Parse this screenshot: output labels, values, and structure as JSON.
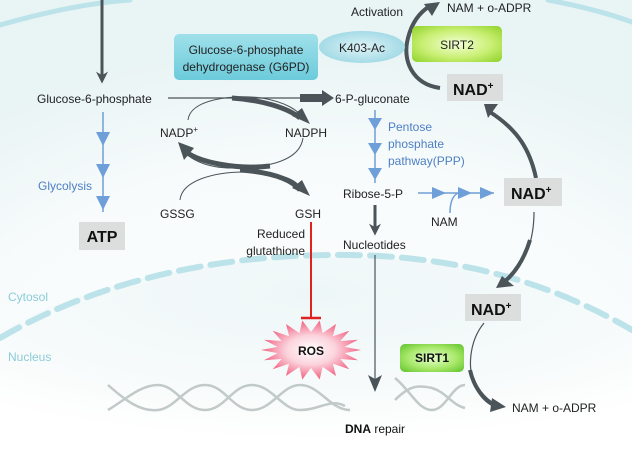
{
  "colors": {
    "dark_arrow": "#4a5459",
    "blue_arrow": "#6f9fd8",
    "blue_text": "#4d7fc4",
    "inhibit_red": "#e0231e",
    "g6pd_box": "#7fd3e0",
    "k403_ellipse": "#a9dde8",
    "sirt_green": "#8ed234",
    "sirt1_green": "#6fcf3a",
    "gray_box": "#dcdddd",
    "membrane": "#bde3ea",
    "compartment_label": "#8ccbd8",
    "dna": "#c2c9c9",
    "ros_fill": "#f56c88"
  },
  "compartments": {
    "cytosol": "Cytosol",
    "nucleus": "Nucleus"
  },
  "nodes": {
    "g6pd_line1": "Glucose-6-phosphate",
    "g6pd_line2": "dehydrogenase (G6PD)",
    "k403": "K403-Ac",
    "activation": "Activation",
    "nam_adpr_top": "NAM + o-ADPR",
    "sirt2": "SIRT2",
    "nad_top": "NAD",
    "glucose6p": "Glucose-6-phosphate",
    "six_p_gluconate": "6-P-gluconate",
    "nadp_plus": "NADP",
    "nadph": "NADPH",
    "ppp_line1": "Pentose",
    "ppp_line2": "phosphate",
    "ppp_line3": "pathway(PPP)",
    "glycolysis": "Glycolysis",
    "ribose5p": "Ribose-5-P",
    "nad_mid": "NAD",
    "nam": "NAM",
    "gssg": "GSSG",
    "gsh": "GSH",
    "atp": "ATP",
    "reduced_line1": "Reduced",
    "reduced_line2": "glutathione",
    "nucleotides": "Nucleotides",
    "nad_nucleus": "NAD",
    "ros": "ROS",
    "sirt1": "SIRT1",
    "nam_adpr_bottom": "NAM + o-ADPR",
    "dna_bold": "DNA",
    "dna_rest": " repair",
    "plus": "+"
  }
}
